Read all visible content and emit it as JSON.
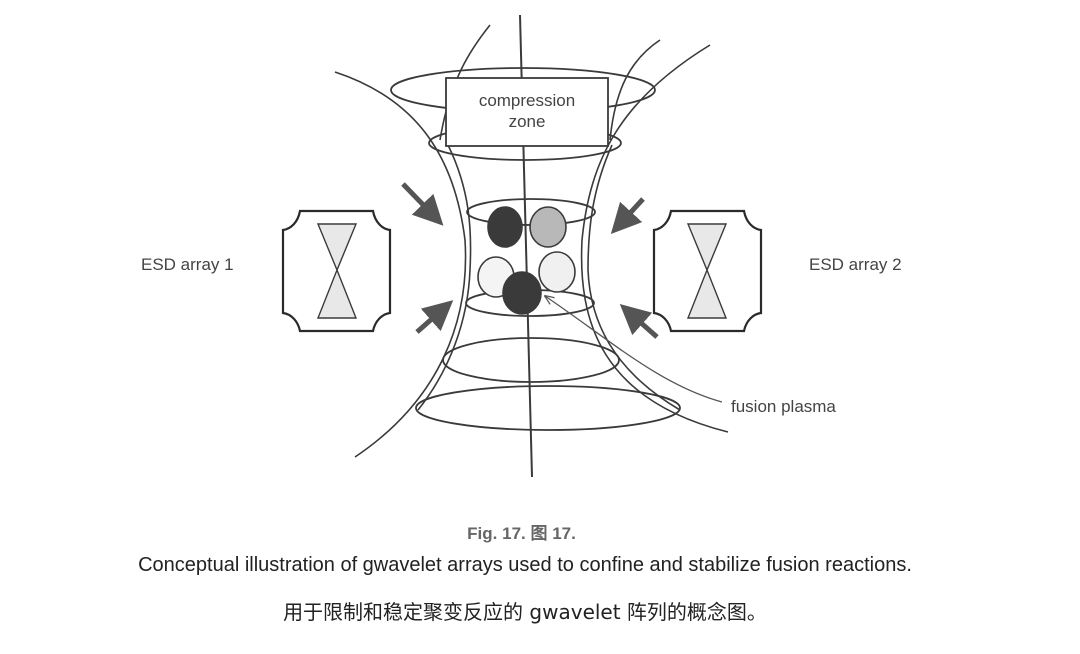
{
  "diagram": {
    "compression_zone_label": "compression\nzone",
    "esd_array_1_label": "ESD array 1",
    "esd_array_2_label": "ESD array 2",
    "fusion_plasma_label": "fusion plasma",
    "colors": {
      "line": "#3a3a3a",
      "particle_dark": "#3a3a3a",
      "particle_gray": "#b8b8b8",
      "particle_light": "#f2f2f2",
      "arrow": "#555555"
    }
  },
  "caption": {
    "figure_number": "Fig. 17.  图 17.",
    "english": "Conceptual illustration of gwavelet arrays used to confine and stabilize fusion reactions.",
    "chinese": "用于限制和稳定聚变反应的 gwavelet 阵列的概念图。"
  }
}
